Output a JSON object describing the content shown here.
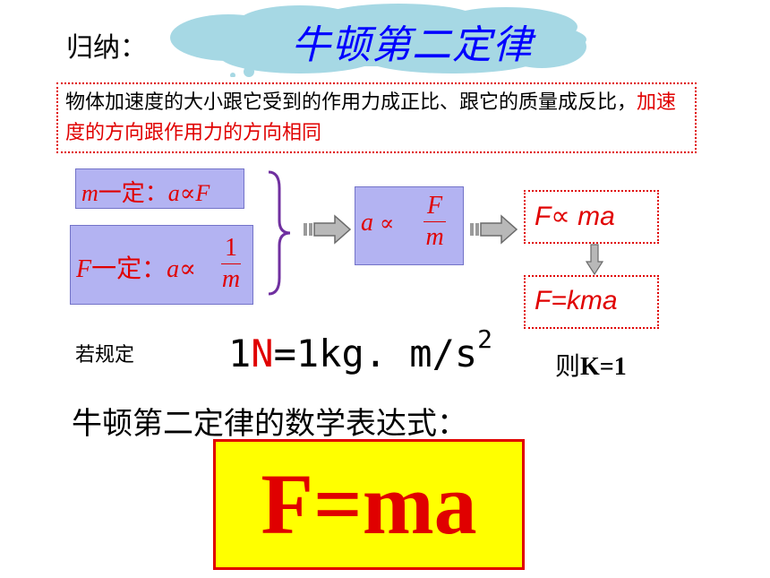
{
  "header": {
    "summary_label": "归纳：",
    "title": "牛顿第二定律"
  },
  "law_statement": {
    "part1": "物体加速度的大小跟它受到的作用力成正比、跟它的质量成反比，",
    "part2": "加速度的方向跟作用力的方向相同"
  },
  "relations": {
    "m_const": {
      "var": "m",
      "cond": "一定：",
      "lhs": "a",
      "sym": "∝",
      "rhs": "F"
    },
    "f_const": {
      "var": "F",
      "cond": "一定：",
      "lhs": "a",
      "sym": "∝",
      "num": "1",
      "den": "m"
    }
  },
  "combined": {
    "lhs": "a",
    "sym": "∝",
    "num": "F",
    "den": "m"
  },
  "results": {
    "proportional": "F∝  ma",
    "with_k": "F=kma"
  },
  "unit_definition": {
    "prefix": "若规定",
    "one": "1",
    "n": "N",
    "rest": "=1kg. m/s",
    "exp": "2",
    "then": "则",
    "k_eq": "K=1"
  },
  "expression": {
    "label": "牛顿第二定律的数学表达式：",
    "formula": "F=ma"
  },
  "colors": {
    "red": "#e00000",
    "blue": "#0000ff",
    "box_fill": "#b3b3f2",
    "cloud": "#a6d8e4",
    "yellow": "#ffff00"
  }
}
